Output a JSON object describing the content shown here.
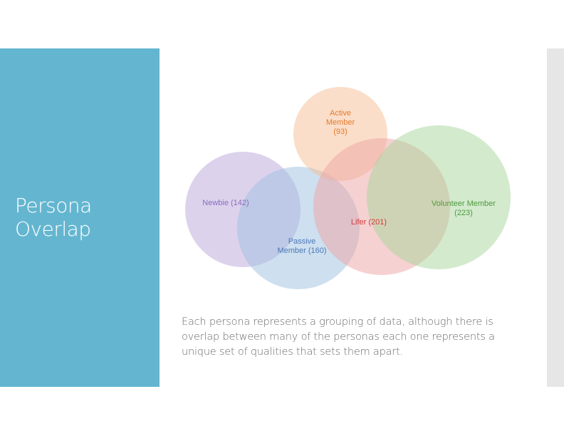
{
  "slide": {
    "title_line1": "Persona",
    "title_line2": "Overlap",
    "caption": "Each persona represents a grouping of data, although there is overlap between many of the personas each one represents a unique set of qualities that sets them apart."
  },
  "diagram": {
    "type": "venn",
    "sets": [
      {
        "key": "newbie",
        "lines": [
          "Newbie (142)"
        ],
        "count": 142,
        "fill": "#b9a6d9",
        "label_color": "#8a6cc0"
      },
      {
        "key": "passive",
        "lines": [
          "Passive",
          "Member (160)"
        ],
        "count": 160,
        "fill": "#9dbfe0",
        "label_color": "#4a78b8"
      },
      {
        "key": "active",
        "lines": [
          "Active",
          "Member",
          "(93)"
        ],
        "count": 93,
        "fill": "#f5be93",
        "label_color": "#e47a2c"
      },
      {
        "key": "lifer",
        "lines": [
          "Lifer (201)"
        ],
        "count": 201,
        "fill": "#eda3a3",
        "label_color": "#d23b3b"
      },
      {
        "key": "volunteer",
        "lines": [
          "Volunteer Member",
          "(223)"
        ],
        "count": 223,
        "fill": "#a8d59c",
        "label_color": "#4f9a3e"
      }
    ]
  },
  "colors": {
    "left_panel": "#64b6d0",
    "right_strip": "#e6e6e6",
    "caption_text": "#6b6b6b"
  }
}
